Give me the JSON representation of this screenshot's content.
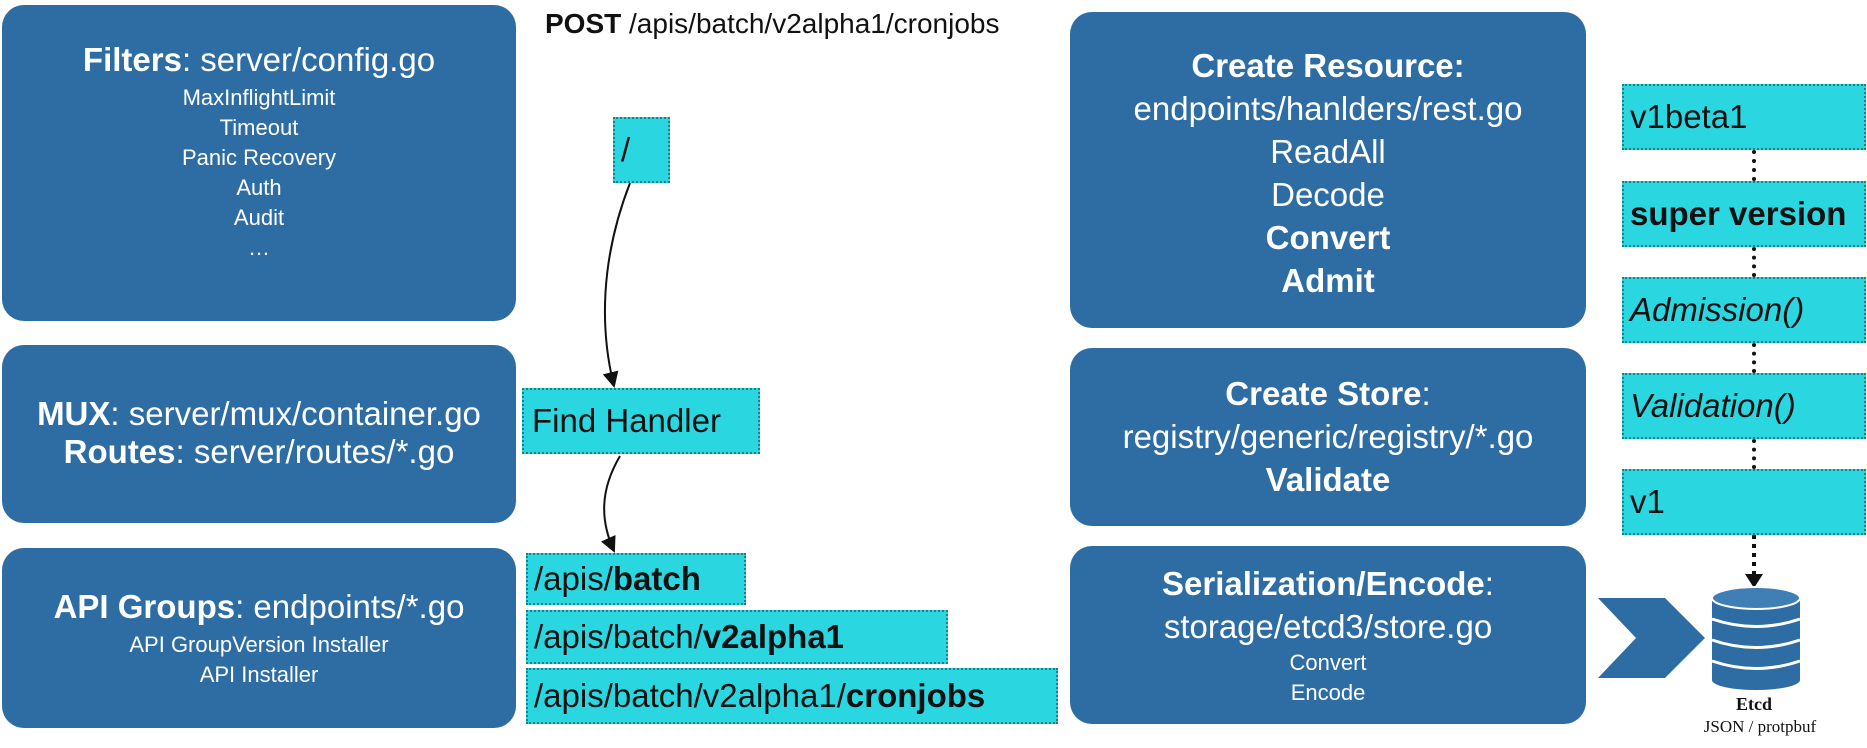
{
  "title": {
    "method": "POST",
    "path": "/apis/batch/v2alpha1/cronjobs"
  },
  "filters": {
    "label": "Filters",
    "file": ": server/config.go",
    "items": [
      "MaxInflightLimit",
      "Timeout",
      "Panic Recovery",
      "Auth",
      "Audit",
      "…"
    ]
  },
  "mux": {
    "label": "MUX",
    "file": ": server/mux/container.go",
    "routes_label": "Routes",
    "routes_file": ": server/routes/*.go"
  },
  "api_groups": {
    "label": "API Groups",
    "file": ": endpoints/*.go",
    "items": [
      "API GroupVersion Installer",
      "API Installer"
    ]
  },
  "route_chain": {
    "root": "/",
    "find_handler": "Find Handler",
    "path1_prefix": "/apis/",
    "path1_bold": "batch",
    "path2_prefix": "/apis/batch/",
    "path2_bold": "v2alpha1",
    "path3_prefix": "/apis/batch/v2alpha1/",
    "path3_bold": "cronjobs"
  },
  "create_resource": {
    "label": "Create Resource:",
    "file": "endpoints/hanlders/rest.go",
    "steps": [
      "ReadAll",
      "Decode"
    ],
    "bold_steps": [
      "Convert",
      "Admit"
    ]
  },
  "create_store": {
    "label": "Create Store",
    "colon": ":",
    "file": "registry/generic/registry/*.go",
    "bold_step": "Validate"
  },
  "serialization": {
    "label": "Serialization/Encode",
    "colon": ":",
    "file": "storage/etcd3/store.go",
    "items": [
      "Convert",
      "Encode"
    ]
  },
  "versions": [
    "v1beta1",
    "super version",
    "Admission()",
    "Validation()",
    "v1"
  ],
  "etcd": {
    "label": "Etcd",
    "format": "JSON / protpbuf"
  },
  "colors": {
    "box": "#2e6da4",
    "cyan": "#2ad6e0",
    "text_dark": "#111111"
  }
}
